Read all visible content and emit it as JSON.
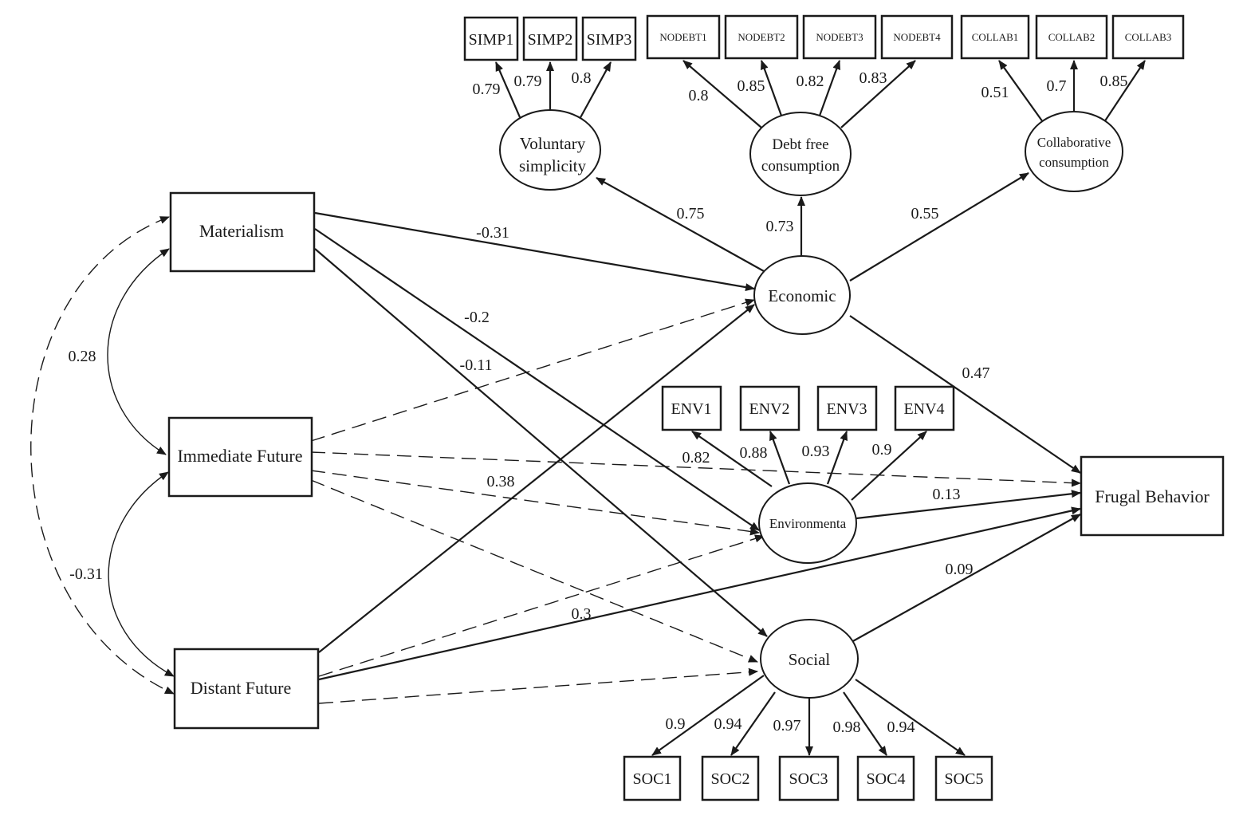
{
  "nodes": {
    "materialism": "Materialism",
    "immediate_future": "Immediate Future",
    "distant_future": "Distant Future",
    "frugal_behavior": "Frugal Behavior",
    "economic": "Economic",
    "environmental": "Environmenta",
    "social": "Social",
    "voluntary_simplicity": [
      "Voluntary",
      "simplicity"
    ],
    "debt_free": [
      "Debt free",
      "consumption"
    ],
    "collaborative": [
      "Collaborative",
      "consumption"
    ]
  },
  "indicators": {
    "simp": [
      "SIMP1",
      "SIMP2",
      "SIMP3"
    ],
    "nodebt": [
      "NODEBT1",
      "NODEBT2",
      "NODEBT3",
      "NODEBT4"
    ],
    "collab": [
      "COLLAB1",
      "COLLAB2",
      "COLLAB3"
    ],
    "env": [
      "ENV1",
      "ENV2",
      "ENV3",
      "ENV4"
    ],
    "soc": [
      "SOC1",
      "SOC2",
      "SOC3",
      "SOC4",
      "SOC5"
    ]
  },
  "loadings": {
    "simp": [
      "0.79",
      "0.79",
      "0.8"
    ],
    "nodebt": [
      "0.8",
      "0.85",
      "0.82",
      "0.83"
    ],
    "collab": [
      "0.51",
      "0.7",
      "0.85"
    ],
    "env": [
      "0.82",
      "0.88",
      "0.93",
      "0.9"
    ],
    "soc": [
      "0.9",
      "0.94",
      "0.97",
      "0.98",
      "0.94"
    ]
  },
  "second_order": {
    "voluntary_simplicity": "0.75",
    "debt_free": "0.73",
    "collaborative": "0.55"
  },
  "paths": {
    "materialism_economic": "-0.31",
    "materialism_environmental": "-0.2",
    "materialism_social": "-0.11",
    "distant_economic": "0.38",
    "distant_frugal": "0.3",
    "economic_frugal": "0.47",
    "environmental_frugal": "0.13",
    "social_frugal": "0.09"
  },
  "correlations": {
    "materialism_immediate": "0.28",
    "immediate_distant": "-0.31"
  }
}
